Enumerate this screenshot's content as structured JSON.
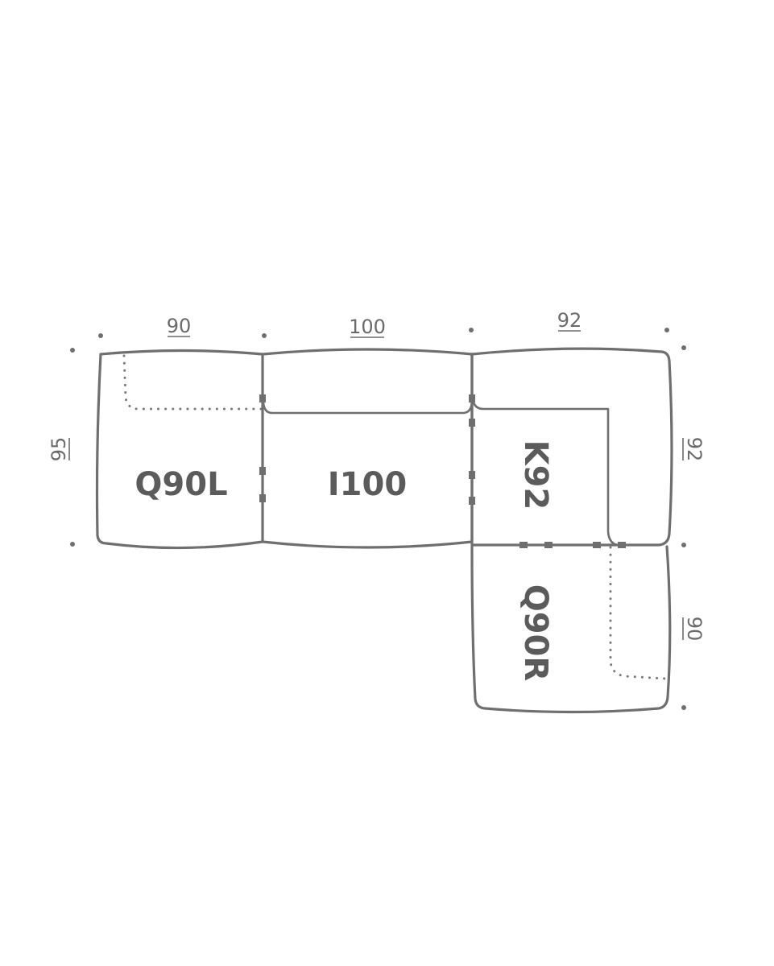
{
  "modules": {
    "q90l": "Q90L",
    "i100": "I100",
    "k92": "K92",
    "q90r": "Q90R"
  },
  "dimensions": {
    "top_q90l_width": "90",
    "top_i100_width": "100",
    "top_k92_width": "92",
    "left_depth": "95",
    "right_k92_depth": "92",
    "right_q90r_depth": "90"
  },
  "colors": {
    "stroke": "#6f6f6f",
    "text": "#5b5b5b",
    "background": "#ffffff"
  }
}
